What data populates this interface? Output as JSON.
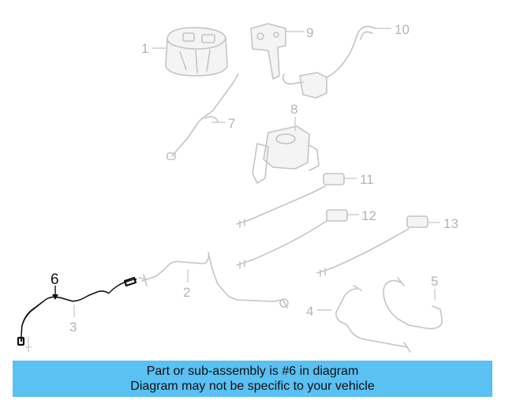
{
  "callouts": [
    {
      "id": "1",
      "label": "1"
    },
    {
      "id": "2",
      "label": "2"
    },
    {
      "id": "3",
      "label": "3"
    },
    {
      "id": "4",
      "label": "4"
    },
    {
      "id": "5",
      "label": "5"
    },
    {
      "id": "6",
      "label": "6",
      "highlighted": true
    },
    {
      "id": "7",
      "label": "7"
    },
    {
      "id": "8",
      "label": "8"
    },
    {
      "id": "9",
      "label": "9"
    },
    {
      "id": "10",
      "label": "10"
    },
    {
      "id": "11",
      "label": "11"
    },
    {
      "id": "12",
      "label": "12"
    },
    {
      "id": "13",
      "label": "13"
    }
  ],
  "banner": {
    "line1": "Part or sub-assembly is #6 in diagram",
    "line2": "Diagram may not be specific to your vehicle",
    "color": "#5bc0f2"
  },
  "colors": {
    "part_outline": "#c4c4c4",
    "highlight": "#111111"
  }
}
